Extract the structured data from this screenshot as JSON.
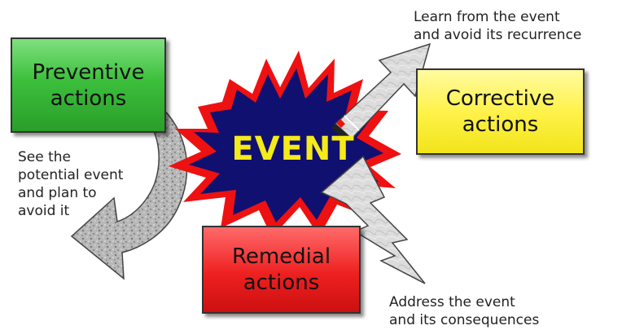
{
  "center": {
    "label": "EVENT"
  },
  "preventive": {
    "title_line1": "Preventive",
    "title_line2": "actions",
    "note": [
      "See the",
      "potential event",
      "and plan to",
      "avoid it"
    ]
  },
  "corrective": {
    "title_line1": "Corrective",
    "title_line2": "actions",
    "note": [
      "Learn from the event",
      "and avoid its recurrence"
    ]
  },
  "remedial": {
    "title_line1": "Remedial",
    "title_line2": "actions",
    "note": [
      "Address the event",
      "and its consequences"
    ]
  },
  "colors": {
    "preventive": "#3cbf3c",
    "corrective": "#fff24a",
    "remedial": "#ee2020",
    "starburst_outer": "#ee1111",
    "starburst_inner": "#101070",
    "event_text": "#f5ea1a"
  }
}
